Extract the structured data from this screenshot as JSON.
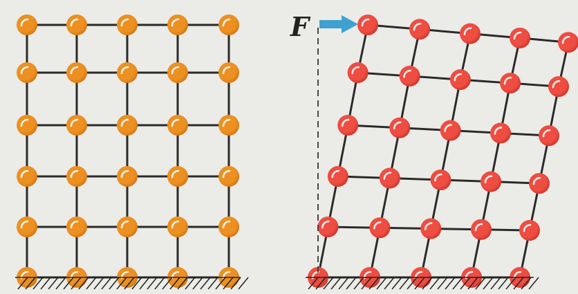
{
  "force": {
    "label": "F",
    "arrow_color": "#3fa1cf"
  },
  "lattices": [
    {
      "id": "undeformed",
      "rows": 6,
      "cols": 5,
      "shear": 0,
      "ball_color": "#ec9022",
      "ball_shade": "#d27612"
    },
    {
      "id": "sheared",
      "rows": 6,
      "cols": 5,
      "shear": 1,
      "ball_color": "#ee4d42",
      "ball_shade": "#cf3328"
    }
  ],
  "colors": {
    "background": "#e9e9e4",
    "bond": "#2a2a2a",
    "ground_hatch": "#222222",
    "reference_line": "#333333"
  }
}
